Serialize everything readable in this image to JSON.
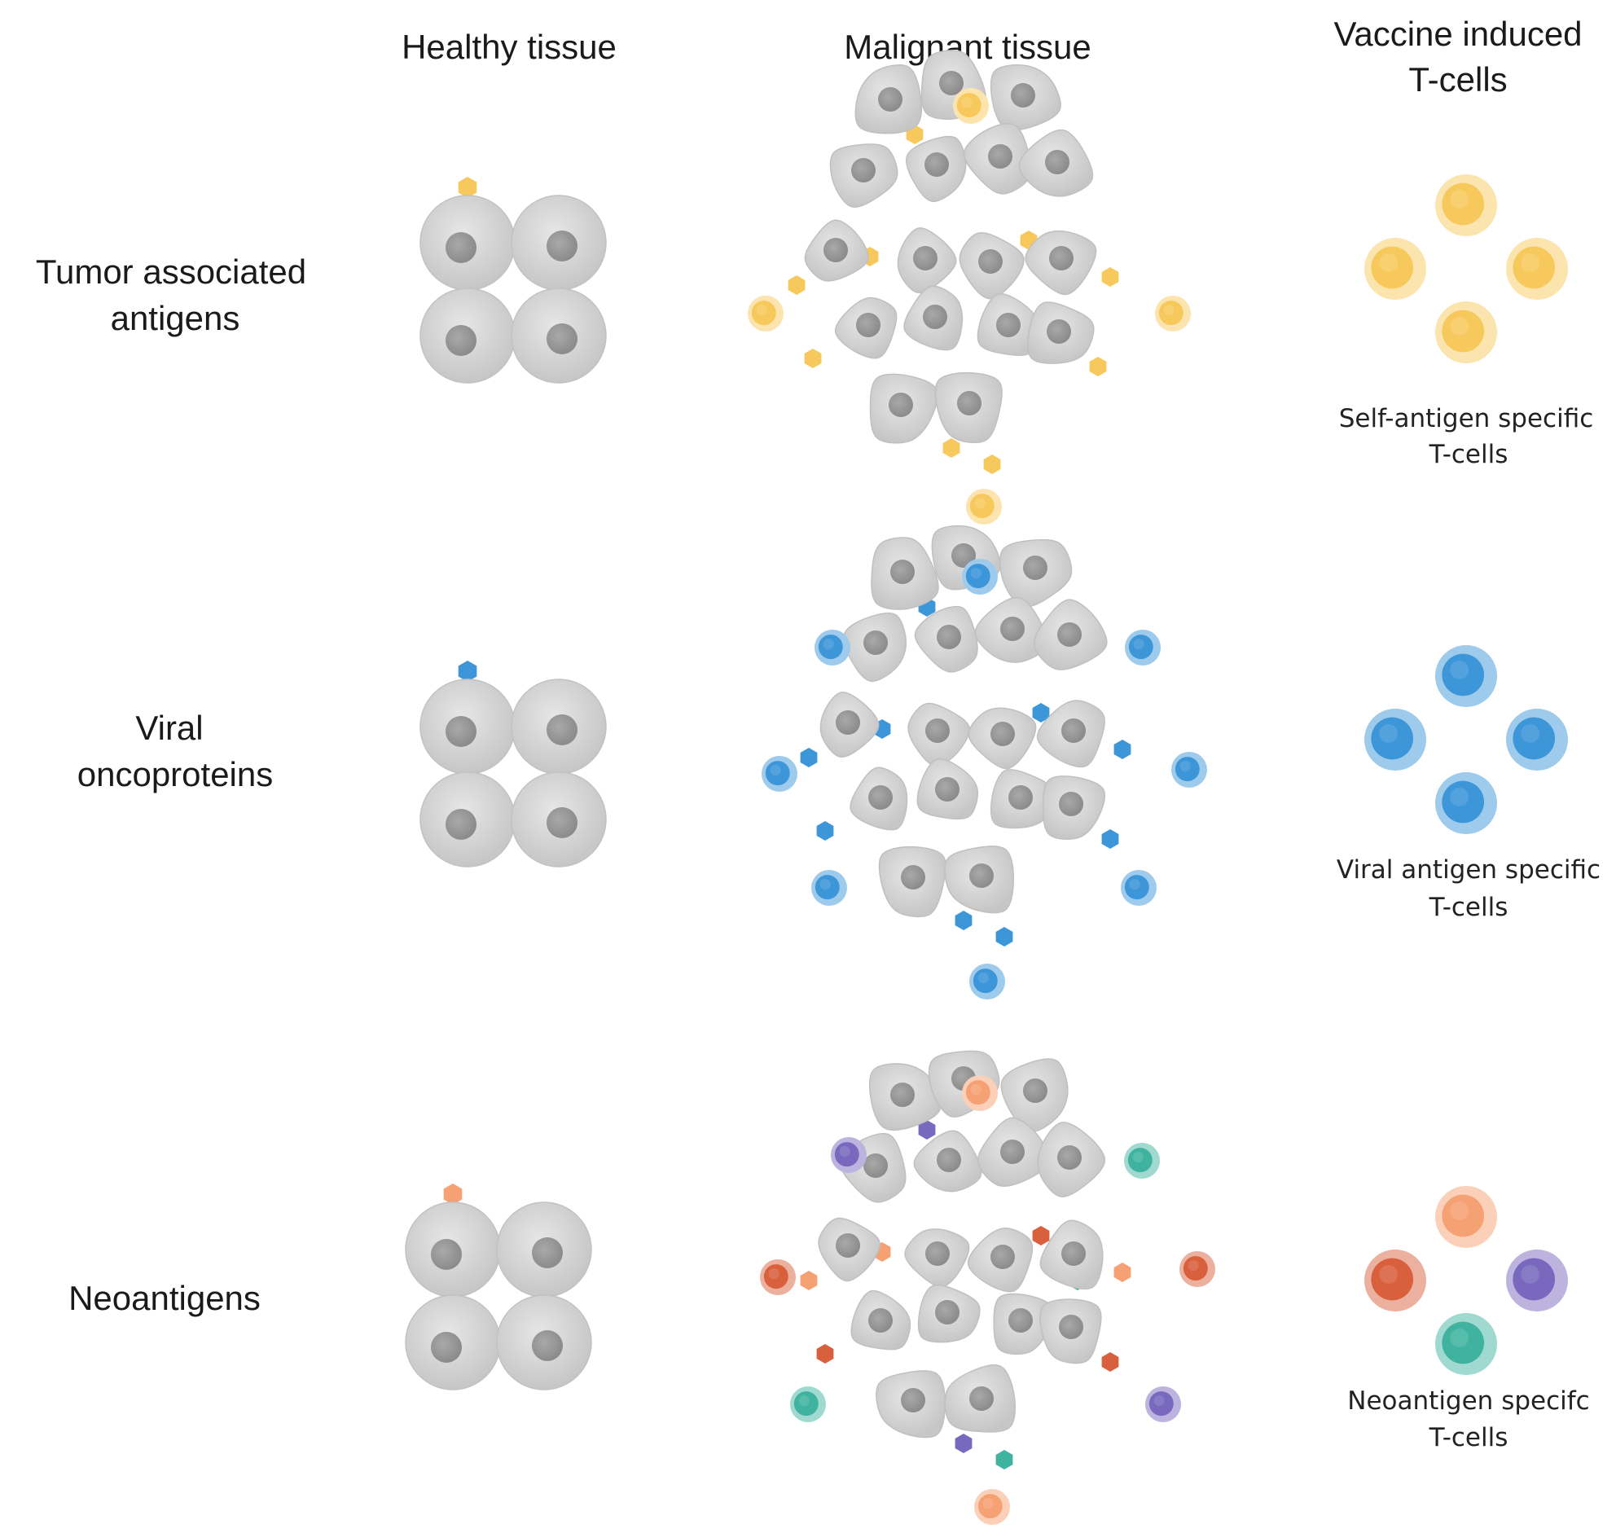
{
  "headers": {
    "healthy": "Healthy tissue",
    "malignant": "Malignant tissue",
    "vaccine_line1": "Vaccine induced",
    "vaccine_line2": "T-cells"
  },
  "rows": [
    {
      "id": "taa",
      "label_lines": [
        "Tumor associated",
        "antigens"
      ],
      "tcell_label_lines": [
        "Self-antigen specific",
        "T-cells"
      ],
      "colors": [
        "#F7C95C"
      ]
    },
    {
      "id": "viral",
      "label_lines": [
        "Viral",
        "oncoproteins"
      ],
      "tcell_label_lines": [
        "Viral antigen specific",
        "T-cells"
      ],
      "colors": [
        "#3D96D8"
      ]
    },
    {
      "id": "neo",
      "label_lines": [
        "Neoantigens"
      ],
      "tcell_label_lines": [
        "Neoantigen specifc",
        "T-cells"
      ],
      "colors": [
        "#F5A173",
        "#D8603D",
        "#7869BE",
        "#3FB3A0"
      ]
    }
  ],
  "cell_colors": {
    "body": "#D4D4D4",
    "nucleus": "#9E9E9E"
  }
}
